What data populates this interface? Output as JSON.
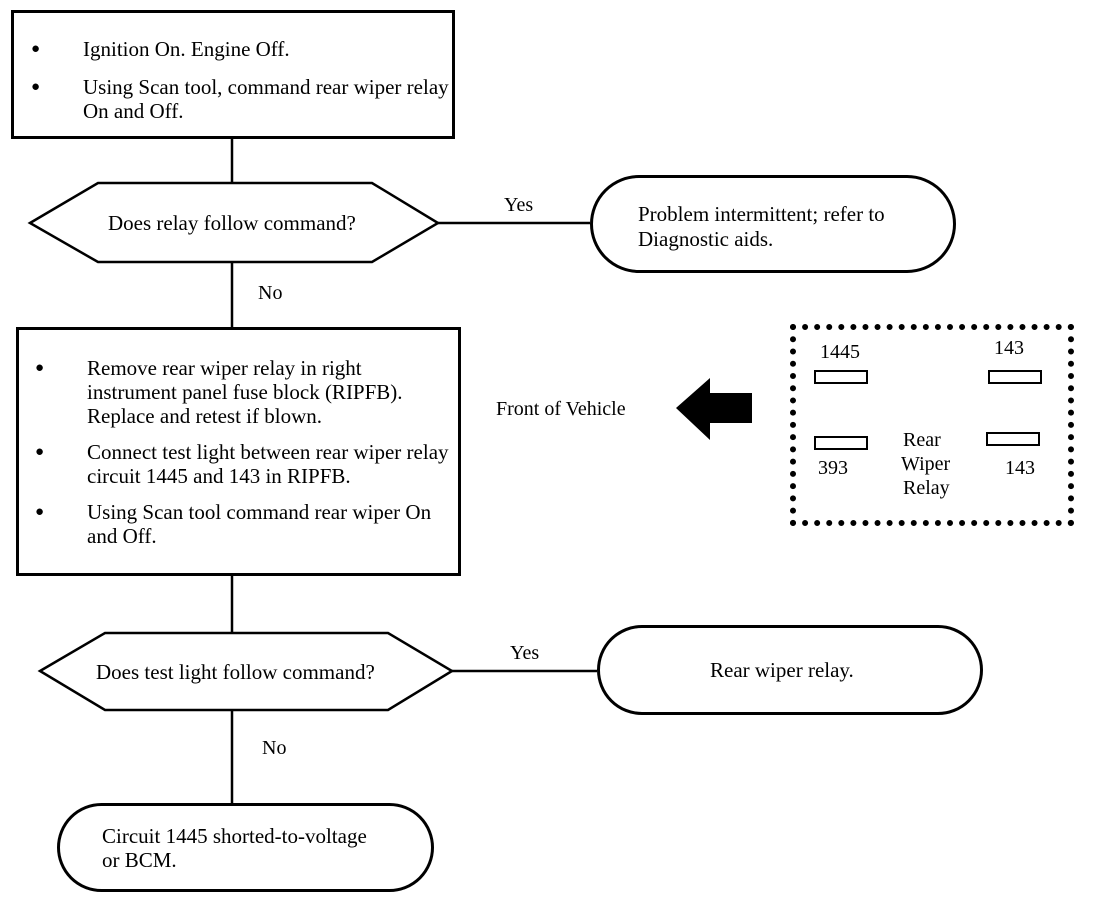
{
  "steps": {
    "step1": [
      "Ignition On. Engine Off.",
      "Using Scan tool, command rear wiper relay On and Off."
    ],
    "step2": [
      "Remove rear wiper relay in right instrument panel fuse block (RIPFB). Replace and retest if blown.",
      "Connect test light between rear wiper relay circuit 1445 and 143 in RIPFB.",
      "Using Scan tool command rear wiper On and Off."
    ]
  },
  "decisions": {
    "d1": "Does relay follow command?",
    "d2": "Does test light follow command?"
  },
  "branches": {
    "yes": "Yes",
    "no": "No"
  },
  "results": {
    "r1_line1": "Problem intermittent; refer to",
    "r1_line2": "Diagnostic aids.",
    "r2": "Rear wiper relay.",
    "r3_line1": "Circuit 1445 shorted-to-voltage",
    "r3_line2": "or BCM."
  },
  "relay_diagram": {
    "arrow_label": "Front of Vehicle",
    "terminals": {
      "top_left": "1445",
      "top_right": "143",
      "bottom_left": "393",
      "bottom_right": "143"
    },
    "center_label_lines": [
      "Rear",
      "Wiper",
      "Relay"
    ]
  }
}
